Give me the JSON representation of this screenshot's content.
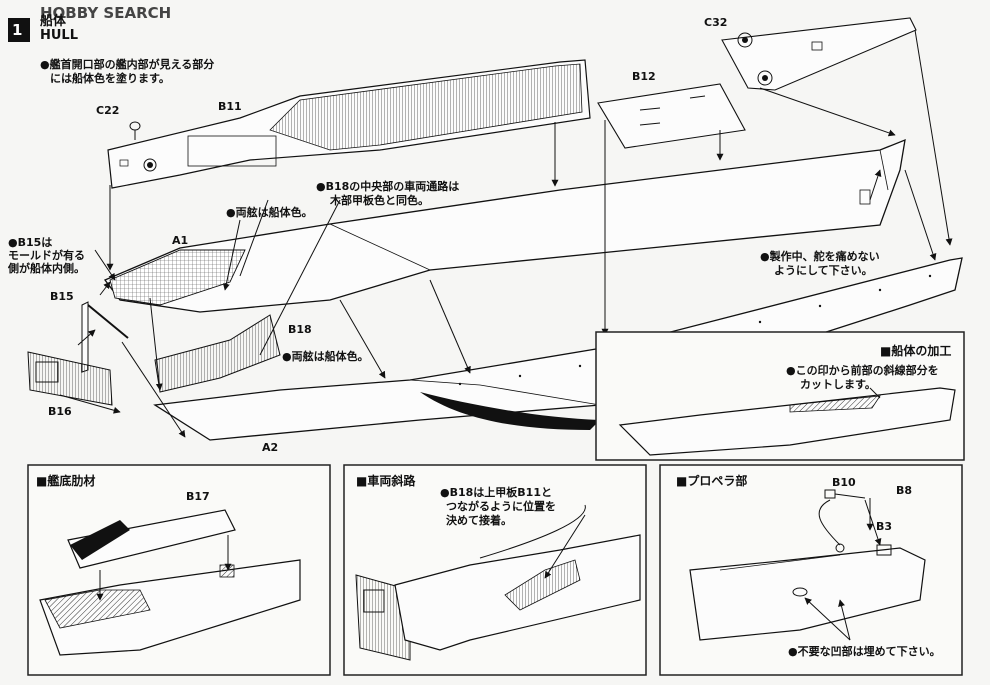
{
  "watermark": "HOBBY SEARCH",
  "step": {
    "number": "1",
    "title_jp": "船体",
    "title_en": "HULL"
  },
  "notes": {
    "bow_opening_line1": "●艦首開口部の艦内部が見える部分",
    "bow_opening_line2": "には船体色を塗ります。",
    "b18_center_line1": "●B18の中央部の車両通路は",
    "b18_center_line2": "木部甲板色と同色。",
    "both_sides_a1": "●両舷は船体色。",
    "b15_line1": "●B15は",
    "b15_line2": "モールドが有る",
    "b15_line3": "側が船体内側。",
    "both_sides_b18": "●両舷は船体色。",
    "rudder_line1": "●製作中、舵を痛めない",
    "rudder_line2": "ようにして下さい。"
  },
  "parts": {
    "c22": "C22",
    "b11": "B11",
    "b12": "B12",
    "c32": "C32",
    "a1": "A1",
    "b15": "B15",
    "b18": "B18",
    "b16": "B16",
    "a2": "A2",
    "b17": "B17",
    "b10": "B10",
    "b8": "B8",
    "b3": "B3"
  },
  "hull_processing": {
    "title": "■船体の加工",
    "note_line1": "●この印から前部の斜線部分を",
    "note_line2": "カットします。"
  },
  "panel_keel": {
    "title": "■艦底肋材",
    "part": "B17"
  },
  "panel_ramp": {
    "title": "■車両斜路",
    "note_line1": "●B18は上甲板B11と",
    "note_line2": "つながるように位置を",
    "note_line3": "決めて接着。"
  },
  "panel_propeller": {
    "title": "■プロペラ部",
    "note": "●不要な凹部は埋めて下さい。"
  }
}
